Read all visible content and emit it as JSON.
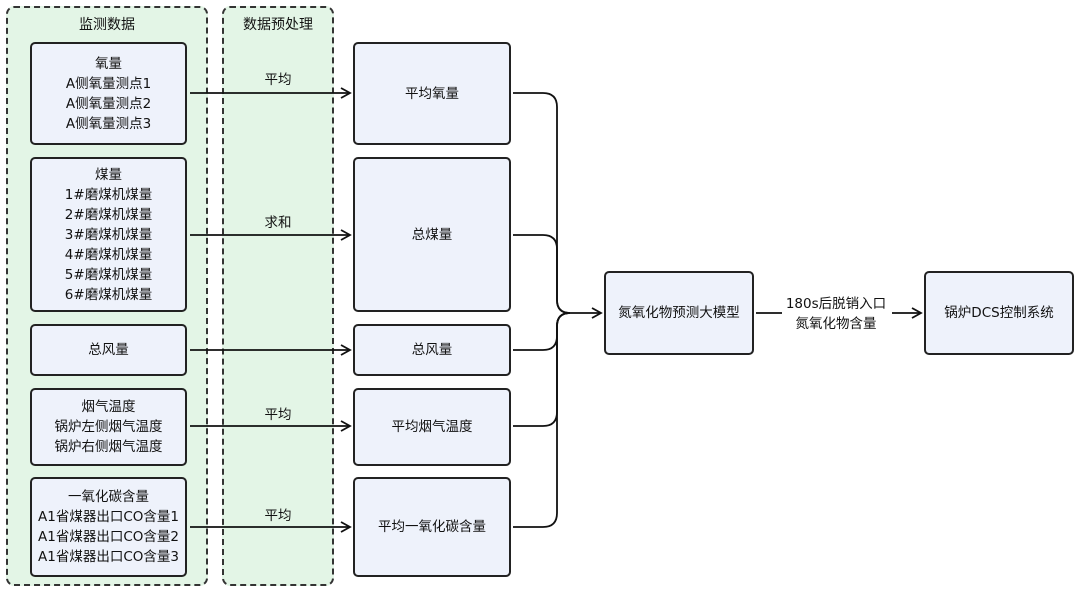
{
  "groups": {
    "monitor": "监测数据",
    "preprocess": "数据预处理"
  },
  "inputs": [
    {
      "lines": [
        "氧量",
        "A侧氧量测点1",
        "A侧氧量测点2",
        "A侧氧量测点3"
      ]
    },
    {
      "lines": [
        "煤量",
        "1#磨煤机煤量",
        "2#磨煤机煤量",
        "3#磨煤机煤量",
        "4#磨煤机煤量",
        "5#磨煤机煤量",
        "6#磨煤机煤量"
      ]
    },
    {
      "lines": [
        "总风量"
      ]
    },
    {
      "lines": [
        "烟气温度",
        "锅炉左侧烟气温度",
        "锅炉右侧烟气温度"
      ]
    },
    {
      "lines": [
        "一氧化碳含量",
        "A1省煤器出口CO含量1",
        "A1省煤器出口CO含量2",
        "A1省煤器出口CO含量3"
      ]
    }
  ],
  "ops": [
    "平均",
    "求和",
    "",
    "平均",
    "平均"
  ],
  "features": [
    "平均氧量",
    "总煤量",
    "总风量",
    "平均烟气温度",
    "平均一氧化碳含量"
  ],
  "model": "氮氧化物预测大模型",
  "output_label": [
    "180s后脱销入口",
    "氮氧化物含量"
  ],
  "dcs": "锅炉DCS控制系统"
}
